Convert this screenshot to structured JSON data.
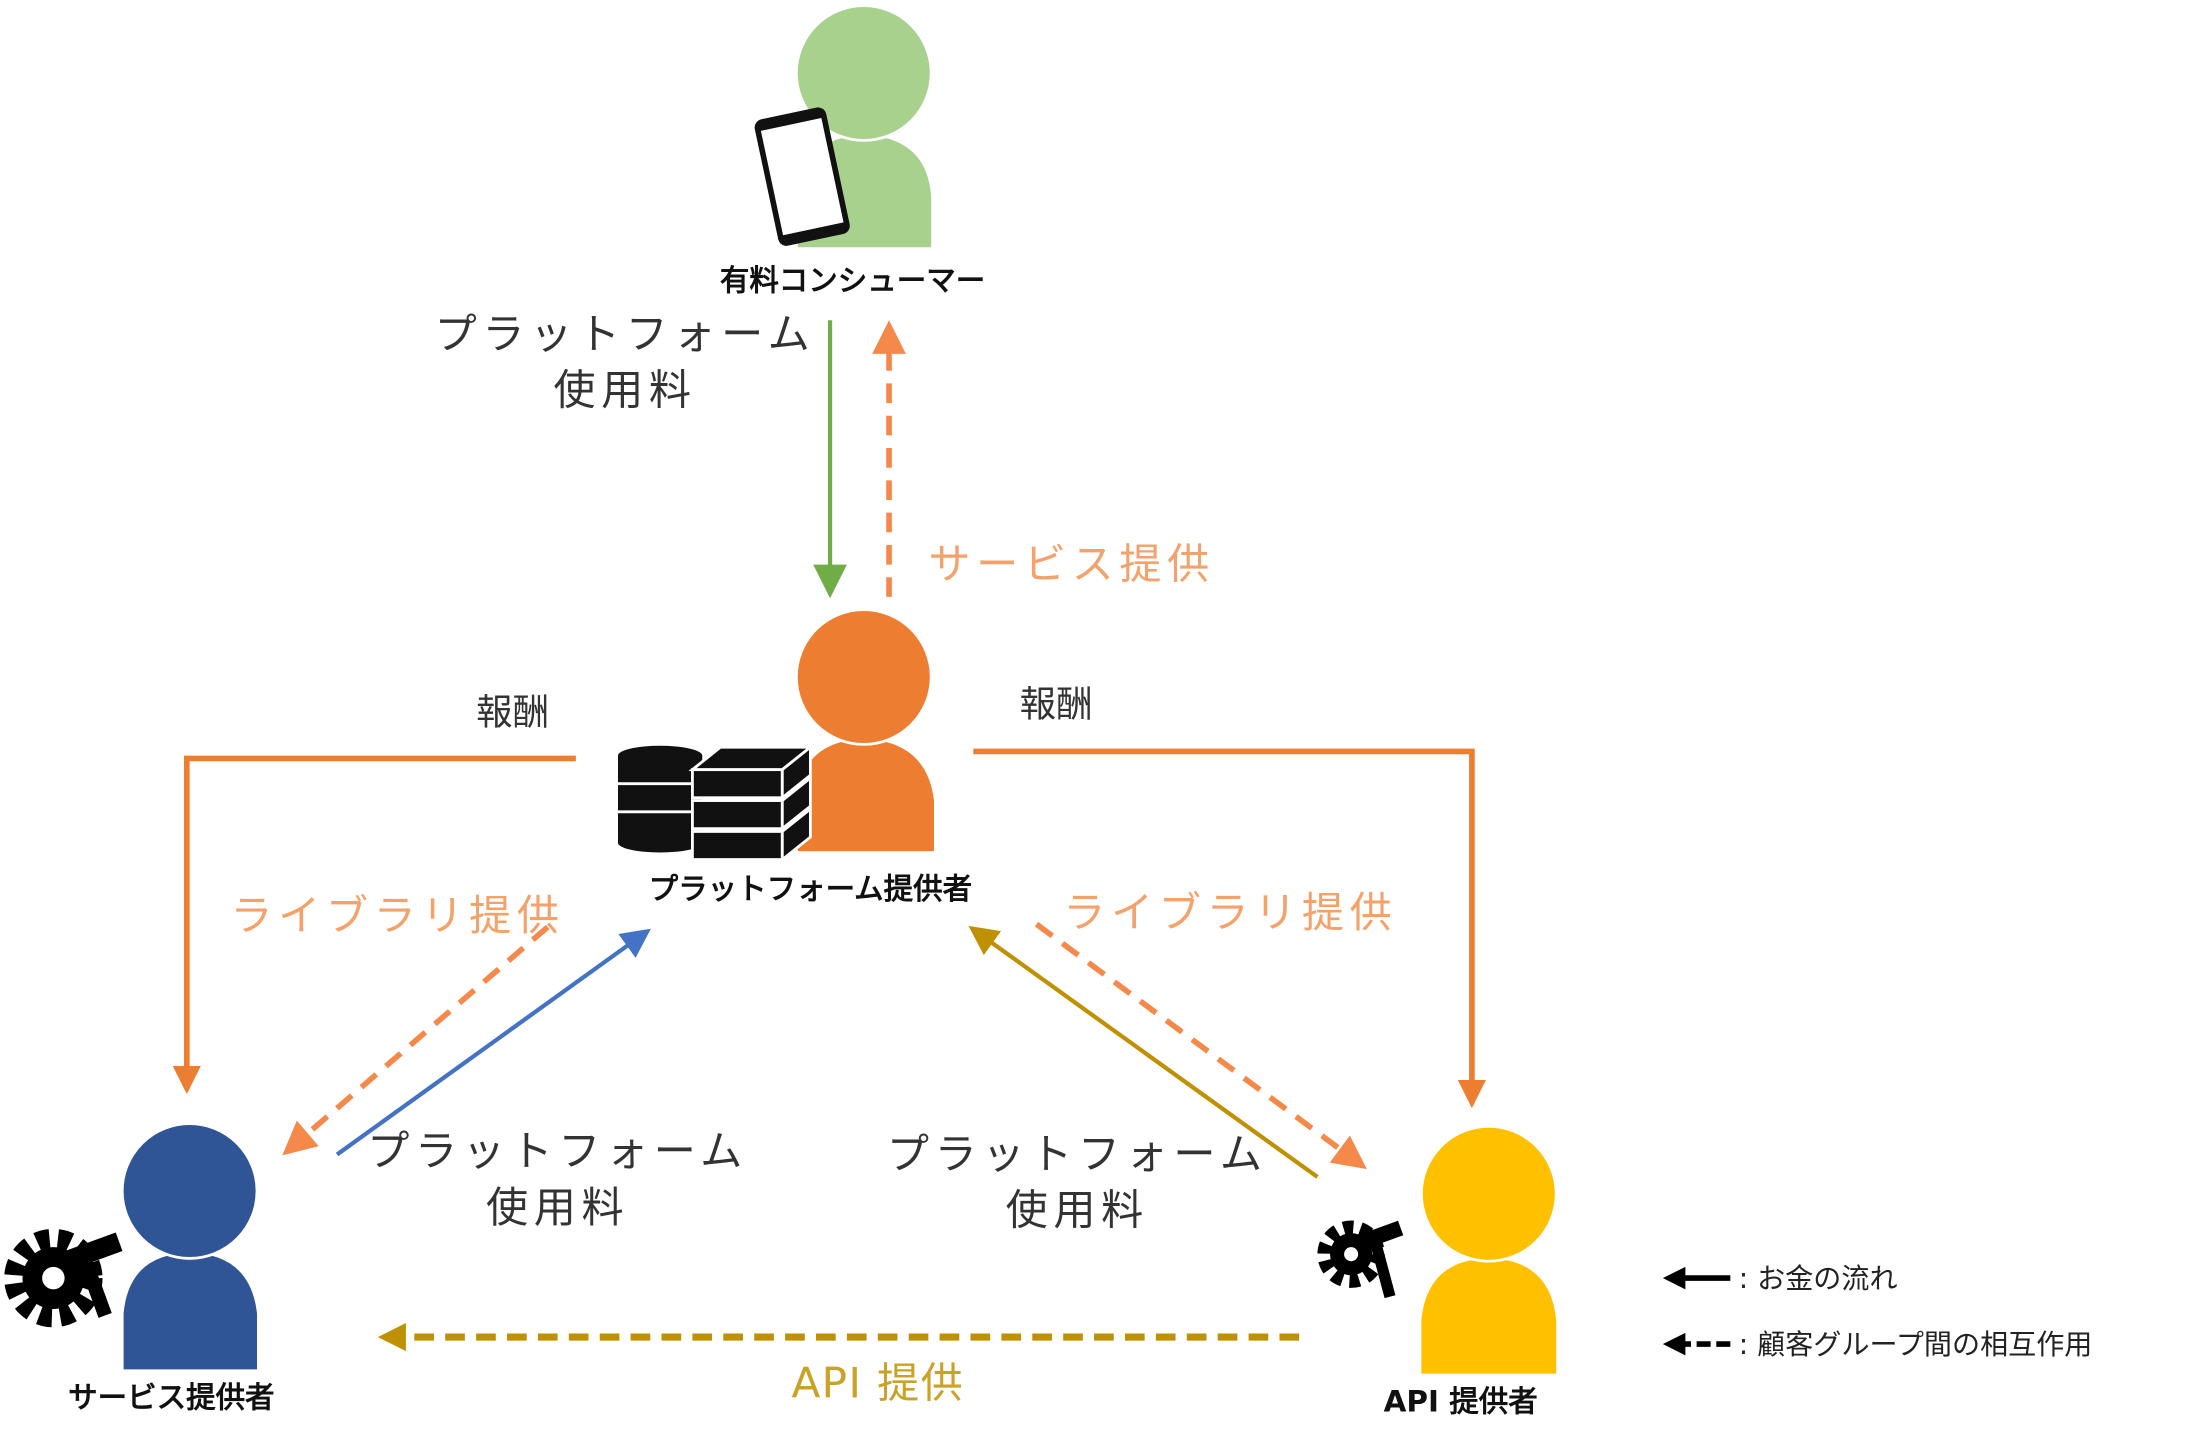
{
  "actors": {
    "consumer": {
      "label": "有料コンシューマー",
      "color": "#a9d18e",
      "icon": "smartphone-icon"
    },
    "platform": {
      "label": "プラットフォーム提供者",
      "color": "#ed7d31",
      "icon": "server-database-icon"
    },
    "service_provider": {
      "label": "サービス提供者",
      "color": "#2f5597",
      "icon": "gear-hammer-icon"
    },
    "api_provider": {
      "label": "API 提供者",
      "color": "#ffc000",
      "icon": "gear-hammer-icon"
    }
  },
  "flows": {
    "consumer_fee": {
      "line1": "プラットフォーム",
      "line2": "使用料",
      "color": "#70ad47"
    },
    "service_provision": {
      "label": "サービス提供",
      "color": "#f4894a"
    },
    "reward_left": {
      "label": "報酬",
      "color": "#ed7d31"
    },
    "reward_right": {
      "label": "報酬",
      "color": "#ed7d31"
    },
    "library_left": {
      "label": "ライブラリ提供",
      "color": "#f4894a"
    },
    "library_right": {
      "label": "ライブラリ提供",
      "color": "#f4894a"
    },
    "service_fee": {
      "line1": "プラットフォーム",
      "line2": "使用料",
      "color": "#4472c4"
    },
    "api_fee": {
      "line1": "プラットフォーム",
      "line2": "使用料",
      "color": "#bf9000"
    },
    "api_provision": {
      "label": "API 提供",
      "color": "#bf9000"
    }
  },
  "legend": {
    "solid": ": お金の流れ",
    "dashed": ": 顧客グループ間の相互作用"
  }
}
